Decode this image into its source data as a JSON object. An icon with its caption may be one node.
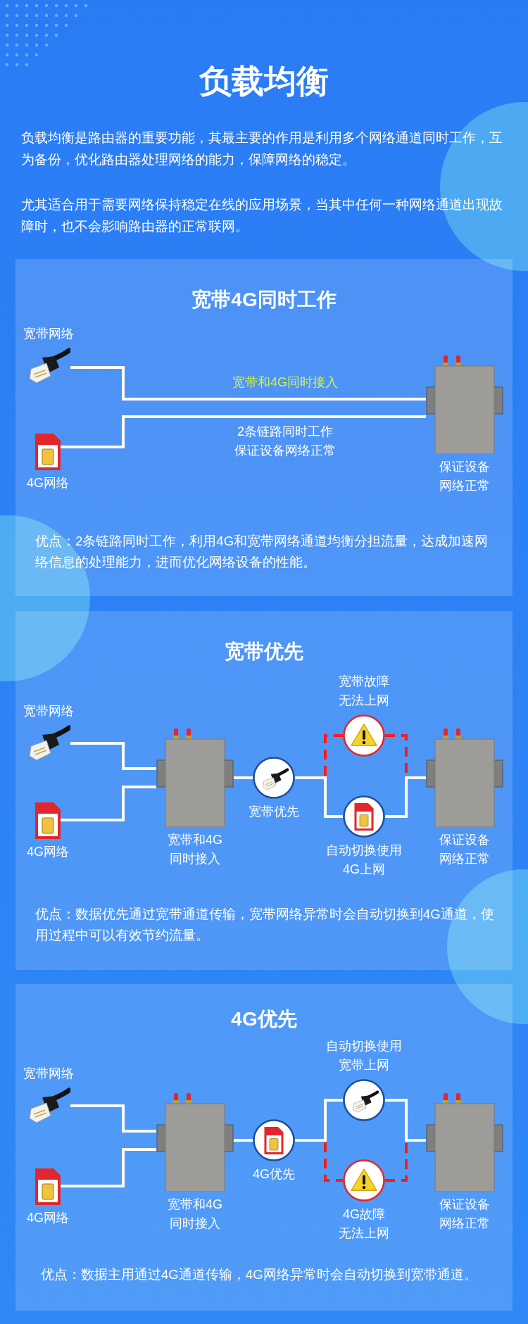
{
  "diagram": {
    "title": "负载均衡",
    "nodes": [
      {
        "text": [
          "宽带4G同时工作",
          "优点：2条链路同时工作，利用4G和宽带网络通道均衡分担流量，达成加速网络信息的处理能力，进而优化网络设备的性能。"
        ]
      },
      {
        "text": [
          "宽带网络"
        ],
        "in": 0
      },
      {
        "text": [
          "4G网络"
        ],
        "in": 0
      },
      {
        "text": [
          "保证设备网络正常"
        ],
        "in": 0
      },
      {
        "text": [
          "宽带优先",
          "优点：数据优先通过宽带通道传输，宽带网络异常时会自动切换到4G通道，使用过程中可以有效节约流量。"
        ]
      },
      {
        "text": [
          "宽带网络"
        ],
        "in": 4
      },
      {
        "text": [
          "4G网络"
        ],
        "in": 4
      },
      {
        "text": [
          "宽带和4G同时接入"
        ],
        "in": 4
      },
      {
        "text": [
          "宽带优先"
        ],
        "in": 4
      },
      {
        "text": [
          "宽带故障无法上网"
        ],
        "in": 4
      },
      {
        "text": [
          "自动切换使用4G上网"
        ],
        "in": 4
      },
      {
        "text": [
          "保证设备网络正常"
        ],
        "in": 4
      },
      {
        "text": [
          "4G优先",
          "优点：数据主用通过4G通道传输，4G网络异常时会自动切换到宽带通道。"
        ]
      },
      {
        "text": [
          "宽带网络"
        ],
        "in": 12
      },
      {
        "text": [
          "4G网络"
        ],
        "in": 12
      },
      {
        "text": [
          "宽带和4G同时接入"
        ],
        "in": 12
      },
      {
        "text": [
          "4G优先"
        ],
        "in": 12
      },
      {
        "text": [
          "自动切换使用宽带上网"
        ],
        "in": 12
      },
      {
        "text": [
          "4G故障无法上网"
        ],
        "in": 12
      },
      {
        "text": [
          "保证设备网络正常"
        ],
        "in": 12
      }
    ],
    "edges": [
      {
        "from": 1,
        "to": 3,
        "arrow": "none",
        "label": "宽带和4G同时接入"
      },
      {
        "from": 2,
        "to": 3,
        "arrow": "none",
        "label": "2条链路同时工作保证设备网络正常"
      },
      {
        "from": 5,
        "to": 7,
        "arrow": "none"
      },
      {
        "from": 6,
        "to": 7,
        "arrow": "none"
      },
      {
        "from": 7,
        "to": 8,
        "arrow": "none"
      },
      {
        "from": 8,
        "to": 9,
        "arrow": "none",
        "style": "dashed",
        "color": "#ff1a1a"
      },
      {
        "from": 9,
        "to": 11,
        "arrow": "none",
        "style": "dashed",
        "color": "#ff1a1a"
      },
      {
        "from": 8,
        "to": 10,
        "arrow": "none"
      },
      {
        "from": 10,
        "to": 11,
        "arrow": "none"
      },
      {
        "from": 13,
        "to": 15,
        "arrow": "none"
      },
      {
        "from": 14,
        "to": 15,
        "arrow": "none"
      },
      {
        "from": 15,
        "to": 16,
        "arrow": "none"
      },
      {
        "from": 16,
        "to": 17,
        "arrow": "none"
      },
      {
        "from": 17,
        "to": 19,
        "arrow": "none"
      },
      {
        "from": 16,
        "to": 18,
        "arrow": "none",
        "style": "dashed",
        "color": "#ff1a1a"
      },
      {
        "from": 18,
        "to": 19,
        "arrow": "none",
        "style": "dashed",
        "color": "#ff1a1a"
      }
    ],
    "labels": [
      "负载均衡是路由器的重要功能，其最主要的作用是利用多个网络通道同时工作，互为备份，优化路由器处理网络的能力，保障网络的稳定。",
      "尤其适合用于需要网络保持稳定在线的应用场景，当其中任何一种网络通道出现故障时，也不会影响路由器的正常联网。"
    ]
  }
}
